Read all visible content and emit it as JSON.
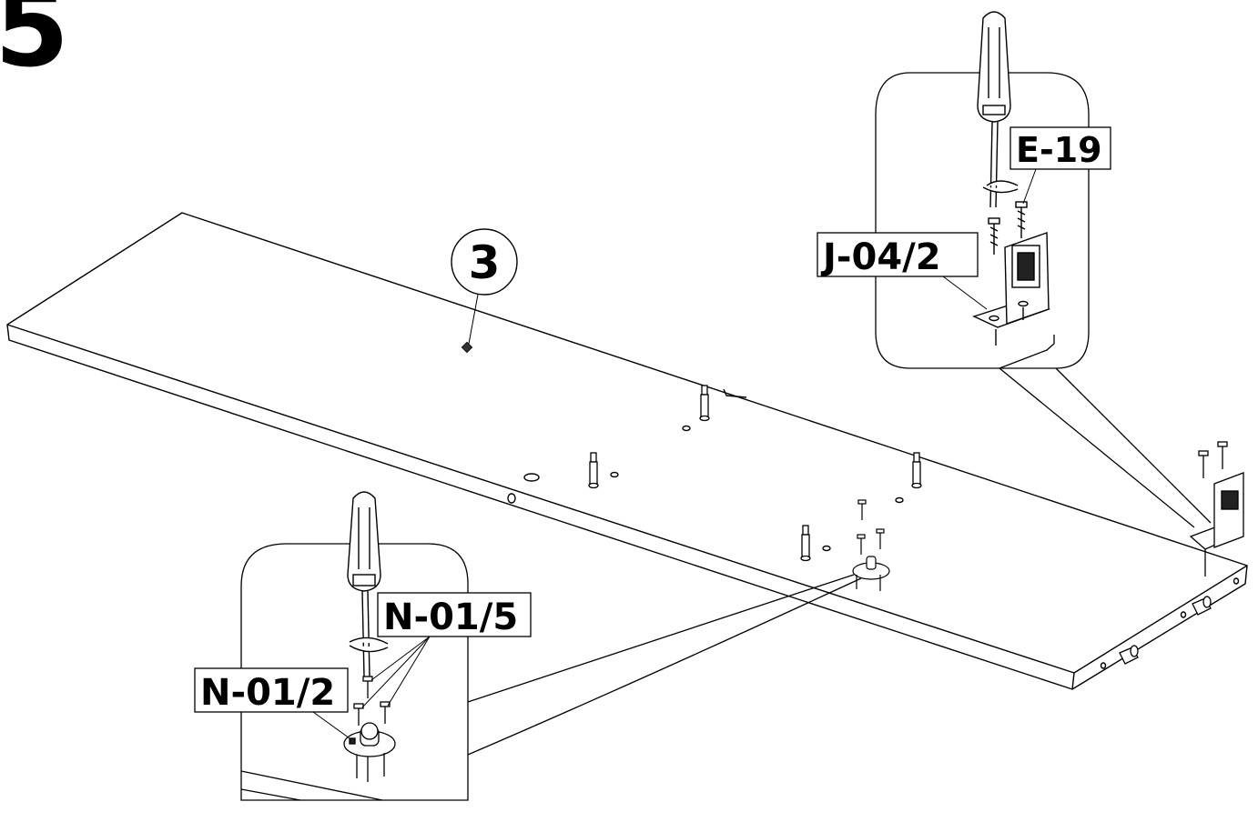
{
  "step_number": "5",
  "panel_callout": "3",
  "part_labels": {
    "e19": "E-19",
    "j04": "J-04/2",
    "n015": "N-01/5",
    "n012": "N-01/2"
  },
  "colors": {
    "ink": "#000000",
    "paper": "#ffffff"
  }
}
